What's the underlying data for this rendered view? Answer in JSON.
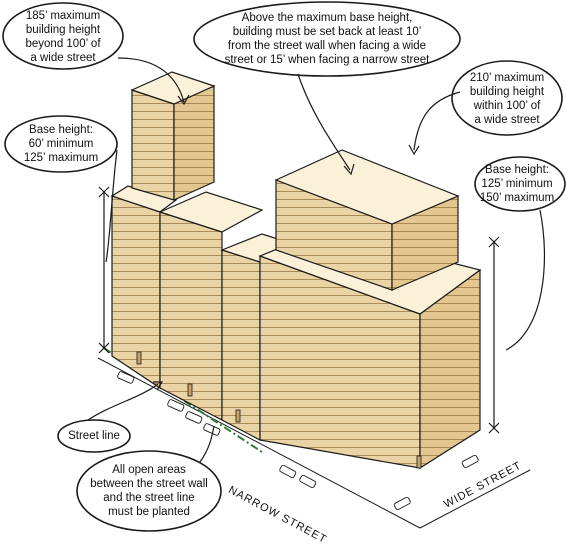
{
  "callouts": {
    "max_height_beyond": [
      "185’ maximum",
      "building height",
      "beyond 100’ of",
      "a wide street"
    ],
    "setback_rule": [
      "Above the maximum base height,",
      "building must be set back at least 10’",
      "from the street wall when facing a wide",
      "street or 15’ when facing a narrow street"
    ],
    "max_height_within": [
      "210’ maximum",
      "building height",
      "within 100’ of",
      "a wide street"
    ],
    "base_height_narrow": [
      "Base height:",
      "60’ minimum",
      "125’ maximum"
    ],
    "base_height_wide": [
      "Base height:",
      "125’ minimum",
      "150’ maximum"
    ],
    "street_line": [
      "Street line"
    ],
    "open_areas": [
      "All open areas",
      "between the street wall",
      "and the street line",
      "must be planted"
    ]
  },
  "streets": {
    "narrow": "NARROW STREET",
    "wide": "WIDE STREET"
  },
  "colors": {
    "wall_light": "#ead3a4",
    "wall_dark": "#e0c28b",
    "roof": "#fbf1d9",
    "outline": "#1a1a1a",
    "street_line": "#2e7d32"
  }
}
